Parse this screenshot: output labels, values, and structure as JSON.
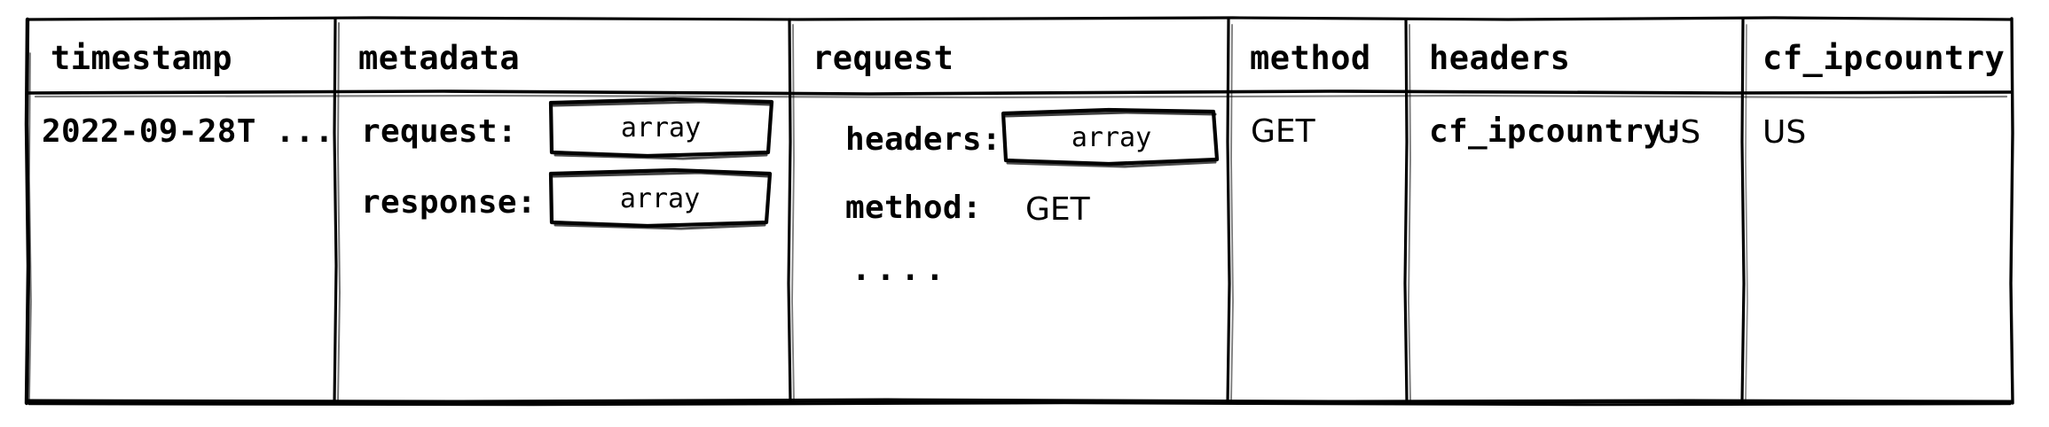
{
  "table": {
    "columns": [
      {
        "key": "timestamp",
        "label": "timestamp"
      },
      {
        "key": "metadata",
        "label": "metadata"
      },
      {
        "key": "request",
        "label": "request"
      },
      {
        "key": "method",
        "label": "method"
      },
      {
        "key": "headers",
        "label": "headers"
      },
      {
        "key": "cf_ipcountry",
        "label": "cf_ipcountry"
      }
    ],
    "rows": [
      {
        "timestamp": {
          "value": "2022-09-28T ..."
        },
        "metadata": {
          "entries": [
            {
              "key": "request:",
              "badge": "array"
            },
            {
              "key": "response:",
              "badge": "array"
            }
          ]
        },
        "request": {
          "entries": [
            {
              "key": "headers:",
              "badge": "array"
            },
            {
              "key": "method:",
              "value": "GET"
            }
          ],
          "ellipsis": "...."
        },
        "method": {
          "value": "GET"
        },
        "headers": {
          "key": "cf_ipcountry:",
          "value": "US"
        },
        "cf_ipcountry": {
          "value": "US"
        }
      }
    ]
  },
  "style": {
    "stroke_color": "#000000",
    "background_color": "#ffffff",
    "text_color": "#000000"
  }
}
